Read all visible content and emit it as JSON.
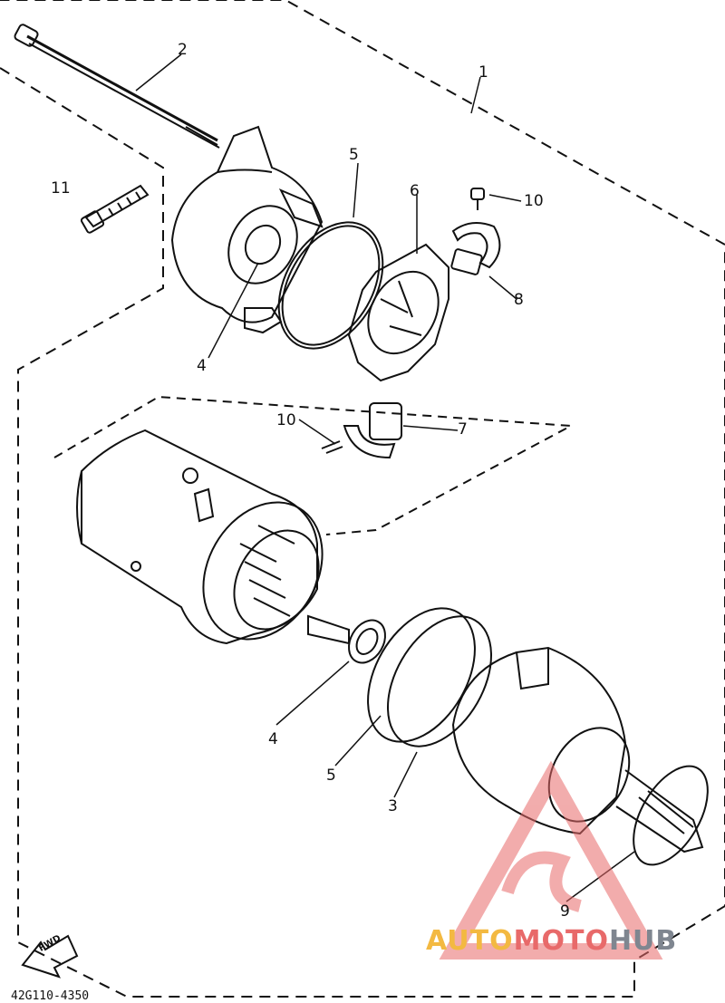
{
  "diagram": {
    "callouts": {
      "c1": "1",
      "c2": "2",
      "c4_upper": "4",
      "c5_upper": "5",
      "c6": "6",
      "c8": "8",
      "c10_upper": "10",
      "c10_lower": "10",
      "c11": "11",
      "c7": "7",
      "c4_lower": "4",
      "c5_lower": "5",
      "c3": "3",
      "c9": "9"
    },
    "fwd_label": "FWD",
    "document_code": "42G110-4350"
  },
  "watermark": {
    "part_a": "AUTO",
    "part_b": "MOTO",
    "part_c": "HUB",
    "colors": {
      "auto": "#f3b941",
      "moto": "#e86a6a",
      "hub": "#7f8690"
    }
  }
}
